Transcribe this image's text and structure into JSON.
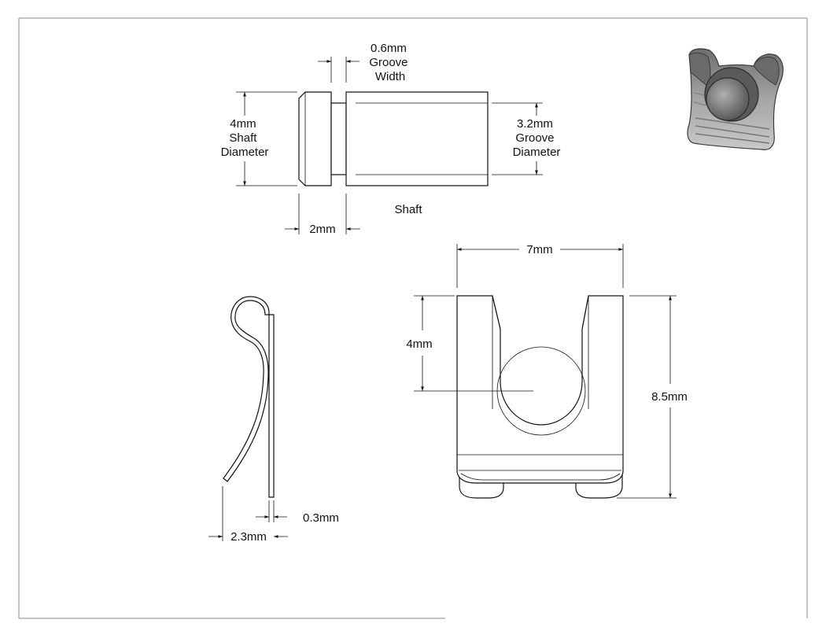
{
  "labels": {
    "groove_width": [
      "0.6mm",
      "Groove",
      "Width"
    ],
    "shaft_diameter": [
      "4mm",
      "Shaft",
      "Diameter"
    ],
    "groove_diameter": [
      "3.2mm",
      "Groove",
      "Diameter"
    ],
    "shaft_head_length": "2mm",
    "shaft_caption": "Shaft",
    "clip_width": "7mm",
    "slot_depth": "4mm",
    "clip_height": "8.5mm",
    "thickness": "0.3mm",
    "side_depth": "2.3mm"
  },
  "colors": {
    "line": "#111111",
    "render_body": "#8c8c8c",
    "render_dark": "#555555",
    "render_light": "#c8c8c8"
  }
}
